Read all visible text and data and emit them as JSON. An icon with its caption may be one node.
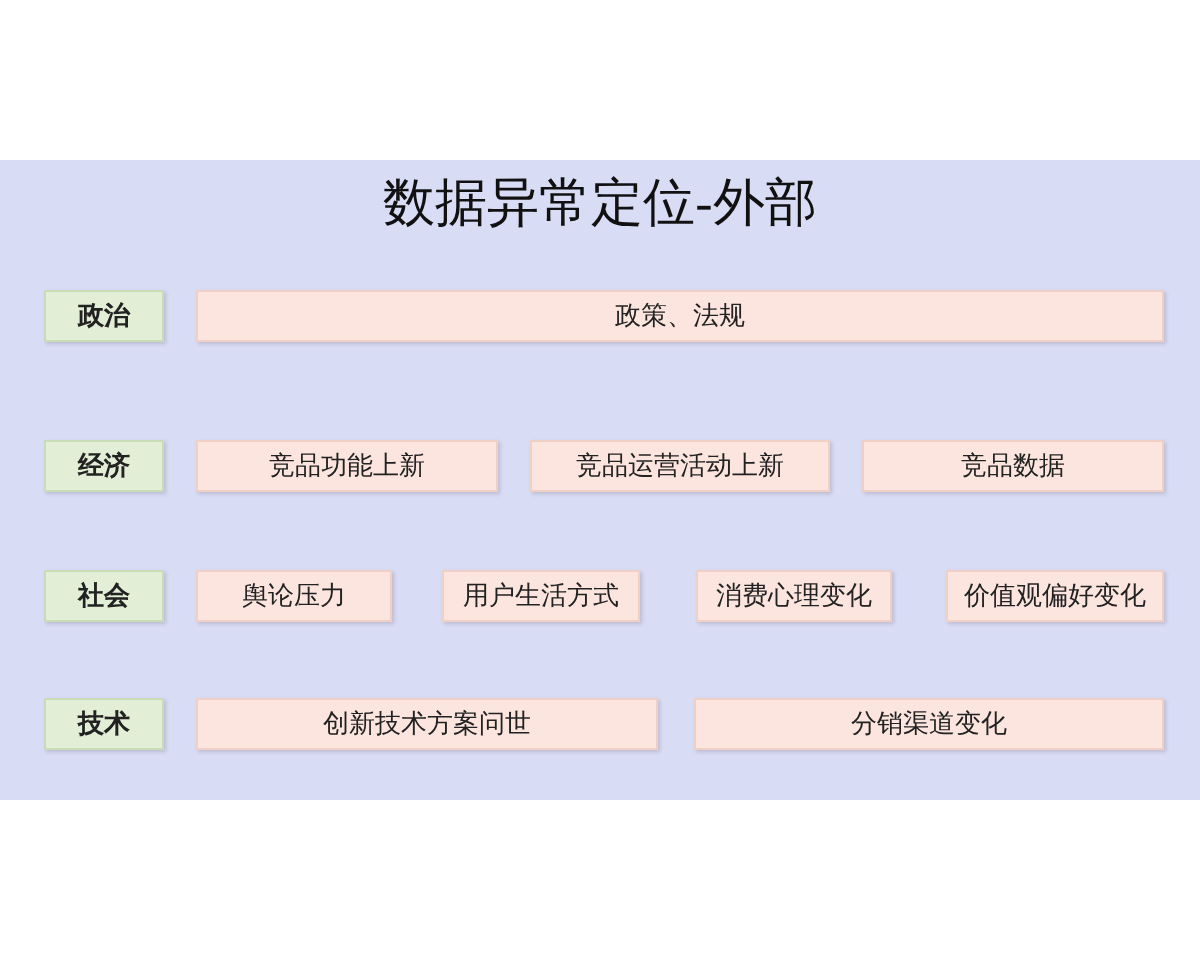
{
  "diagram": {
    "title": "数据异常定位-外部",
    "nodes": [
      {
        "text": [
          "政治"
        ]
      },
      {
        "text": [
          "政策、法规"
        ]
      },
      {
        "text": [
          "经济"
        ]
      },
      {
        "text": [
          "竞品功能上新"
        ]
      },
      {
        "text": [
          "竞品运营活动上新"
        ]
      },
      {
        "text": [
          "竞品数据"
        ]
      },
      {
        "text": [
          "社会"
        ]
      },
      {
        "text": [
          "舆论压力"
        ]
      },
      {
        "text": [
          "用户生活方式"
        ]
      },
      {
        "text": [
          "消费心理变化"
        ]
      },
      {
        "text": [
          "价值观偏好变化"
        ]
      },
      {
        "text": [
          "技术"
        ]
      },
      {
        "text": [
          "创新技术方案问世"
        ]
      },
      {
        "text": [
          "分销渠道变化"
        ]
      }
    ]
  }
}
